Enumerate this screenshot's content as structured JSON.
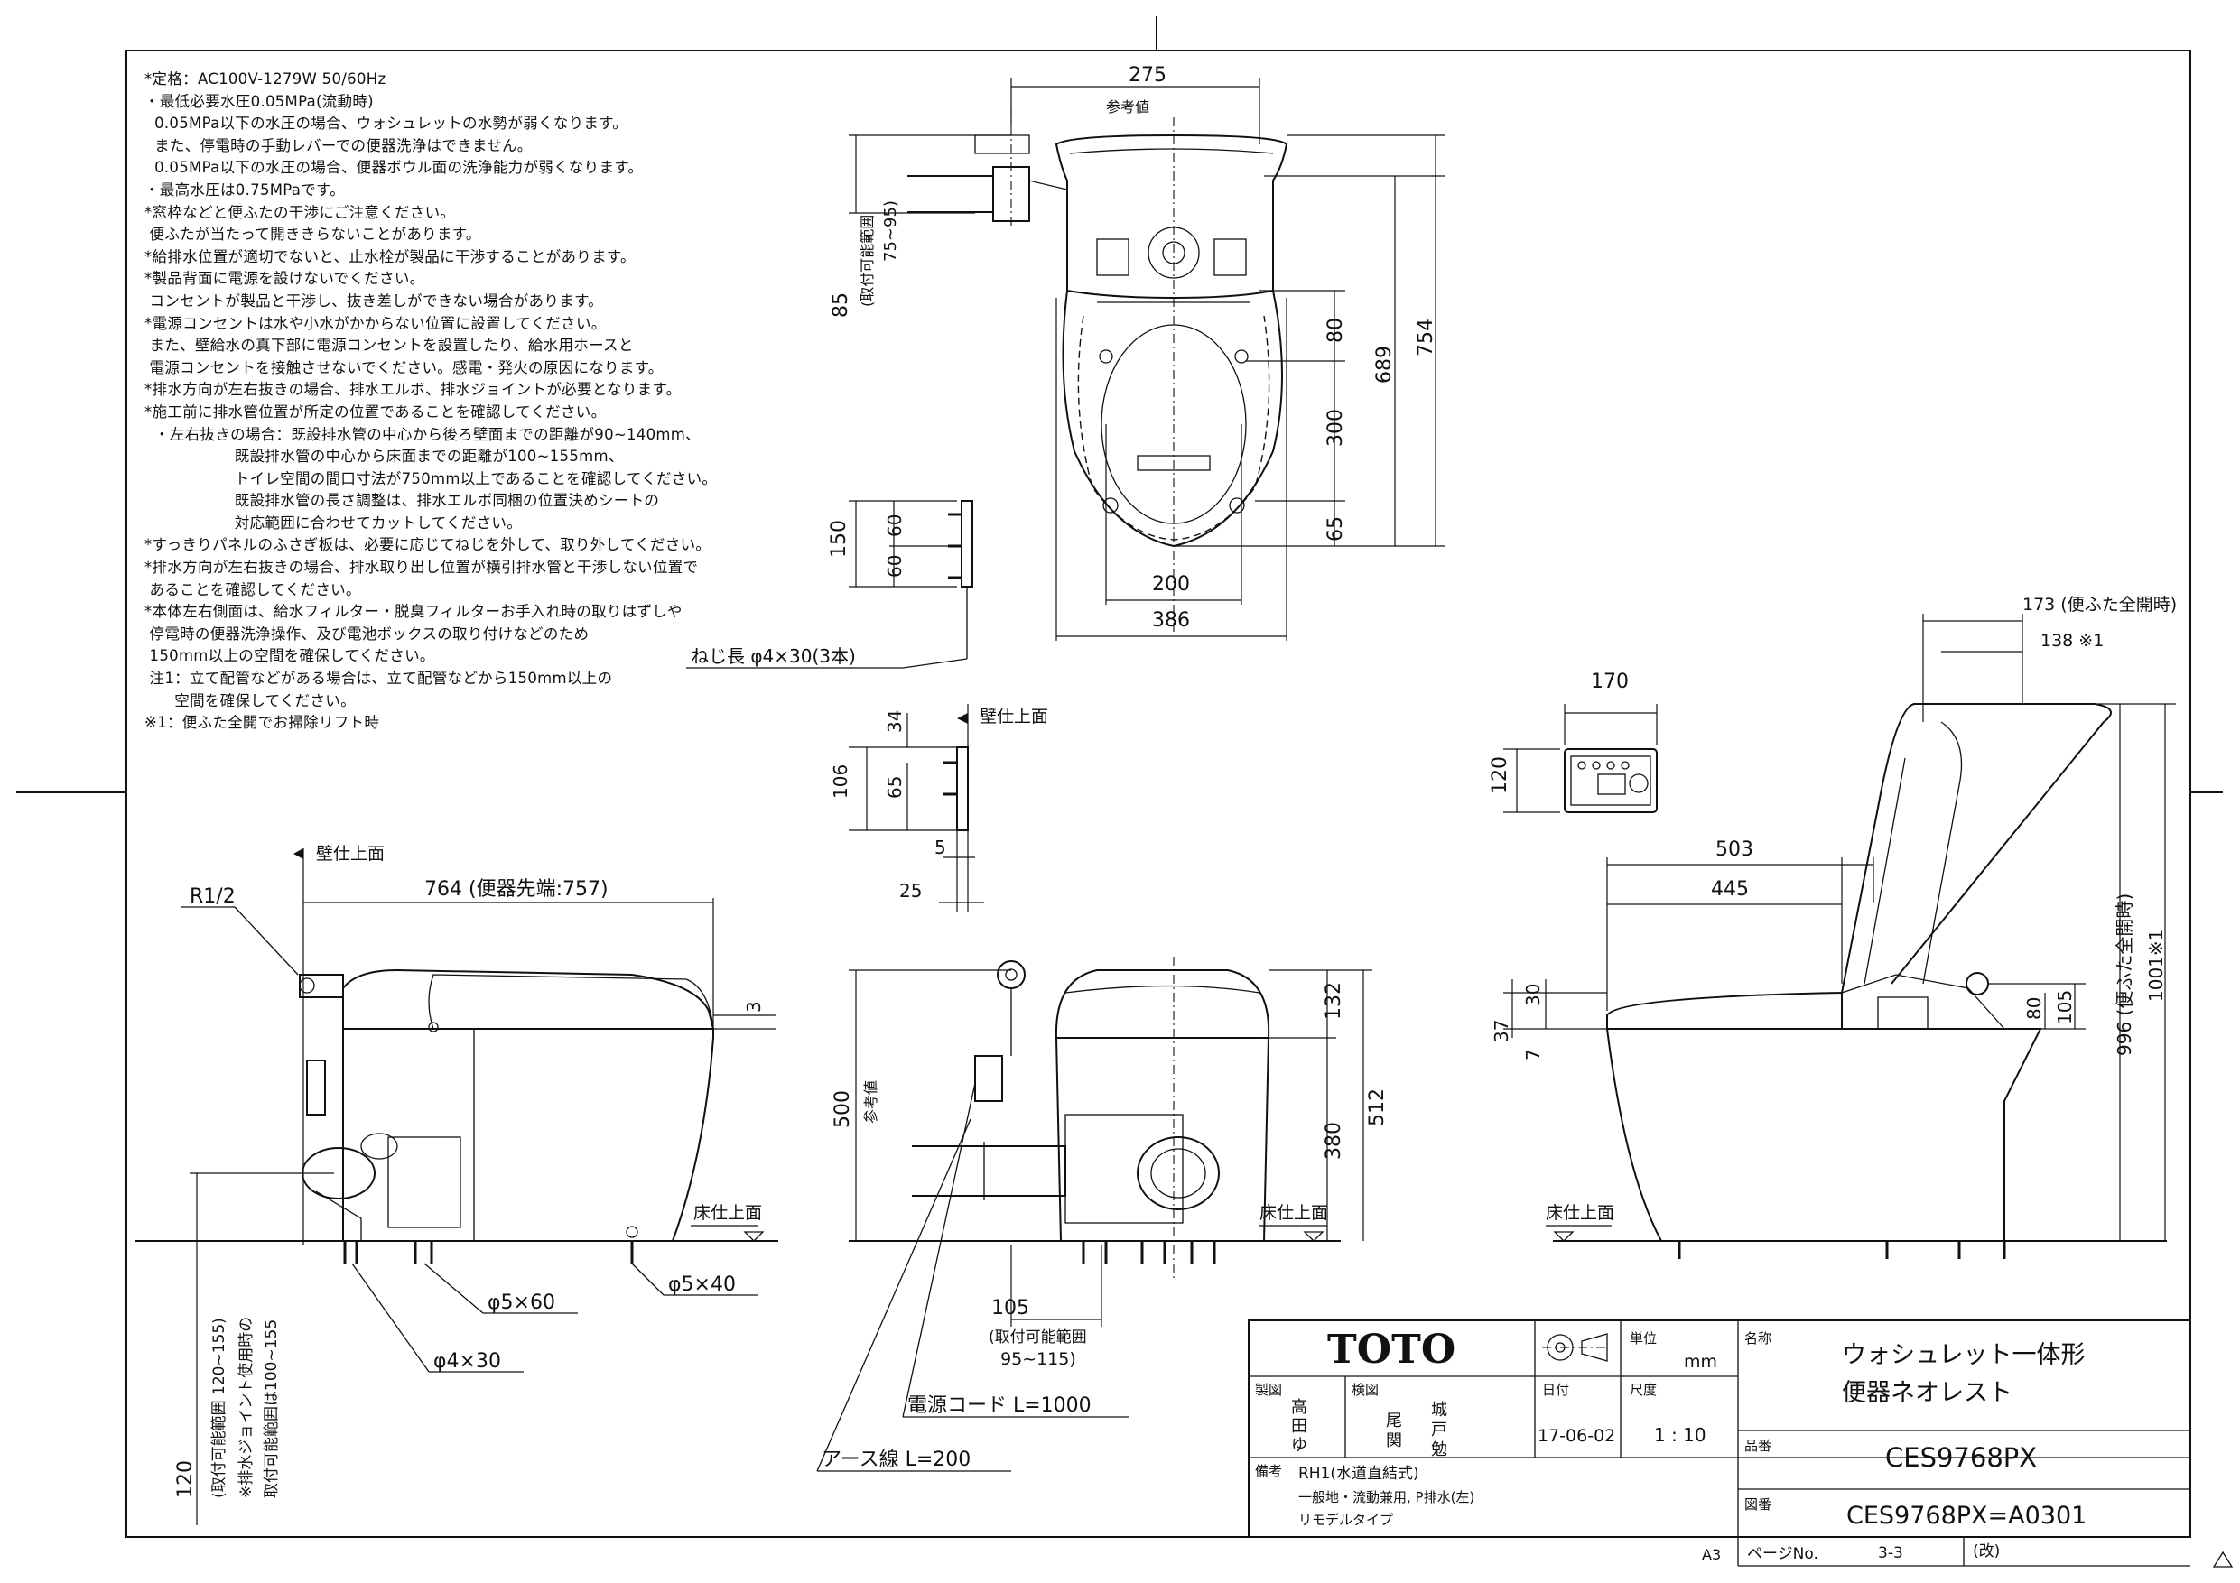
{
  "notes": [
    "*定格：AC100V-1279W 50/60Hz",
    "・最低必要水圧0.05MPa(流動時)",
    "  0.05MPa以下の水圧の場合、ウォシュレットの水勢が弱くなります。",
    "  また、停電時の手動レバーでの便器洗浄はできません。",
    "  0.05MPa以下の水圧の場合、便器ボウル面の洗浄能力が弱くなります。",
    "・最高水圧は0.75MPaです。",
    "*窓枠などと便ふたの干渉にご注意ください。",
    " 便ふたが当たって開ききらないことがあります。",
    "*給排水位置が適切でないと、止水栓が製品に干渉することがあります。",
    "*製品背面に電源を設けないでください。",
    " コンセントが製品と干渉し、抜き差しができない場合があります。",
    "*電源コンセントは水や小水がかからない位置に設置してください。",
    " また、壁給水の真下部に電源コンセントを設置したり、給水用ホースと",
    " 電源コンセントを接触させないでください。感電・発火の原因になります。",
    "*排水方向が左右抜きの場合、排水エルボ、排水ジョイントが必要となります。",
    "*施工前に排水管位置が所定の位置であることを確認してください。",
    "  ・左右抜きの場合：既設排水管の中心から後ろ壁面までの距離が90~140mm、",
    "                  既設排水管の中心から床面までの距離が100~155mm、",
    "                  トイレ空間の間口寸法が750mm以上であることを確認してください。",
    "                  既設排水管の長さ調整は、排水エルボ同梱の位置決めシートの",
    "                  対応範囲に合わせてカットしてください。",
    "*すっきりパネルのふさぎ板は、必要に応じてねじを外して、取り外してください。",
    "*排水方向が左右抜きの場合、排水取り出し位置が横引排水管と干渉しない位置で",
    " あることを確認してください。",
    "*本体左右側面は、給水フィルター・脱臭フィルターお手入れ時の取りはずしや",
    " 停電時の便器洗浄操作、及び電池ボックスの取り付けなどのため",
    " 150mm以上の空間を確保してください。",
    " 注1：立て配管などがある場合は、立て配管などから150mm以上の",
    "      空間を確保してください。",
    "※1：便ふた全開でお掃除リフト時"
  ],
  "top_view": {
    "dim_275": "275",
    "ref_value": "参考値",
    "dim_85": "85",
    "install_range": "(取付可能範囲",
    "install_range_vals": "75~95)",
    "dim_80": "80",
    "dim_300": "300",
    "dim_65": "65",
    "dim_689": "689",
    "dim_754": "754",
    "dim_200": "200",
    "dim_386": "386"
  },
  "bracket": {
    "dim_150": "150",
    "dim_60a": "60",
    "dim_60b": "60",
    "screw_label": "ねじ長  φ4×30(3本)"
  },
  "wall_bracket": {
    "wall_surface": "壁仕上面",
    "dim_34": "34",
    "dim_106": "106",
    "dim_65": "65",
    "dim_5": "5",
    "dim_25": "25"
  },
  "remote": {
    "dim_170": "170",
    "dim_120": "120"
  },
  "side_view": {
    "wall_surface": "壁仕上面",
    "r_half": "R1/2",
    "dim_764": "764 (便器先端:757)",
    "dim_3": "3",
    "floor_surface": "床仕上面",
    "screw_5x60": "φ5×60",
    "screw_5x40": "φ5×40",
    "screw_4x30": "φ4×30",
    "range_text_1": "(取付可能範囲  120~155)",
    "range_text_2": "※排水ジョイント使用時の",
    "range_text_3": "取付可能範囲は100~155",
    "dim_120": "120"
  },
  "front_view": {
    "dim_500": "500",
    "ref_value": "参考値",
    "dim_132": "132",
    "dim_512": "512",
    "dim_380": "380",
    "floor_surface": "床仕上面",
    "dim_105": "105",
    "install_range": "(取付可能範囲",
    "install_range_vals": "95~115)",
    "power_cord": "電源コード  L=1000",
    "earth_wire": "アース線  L=200"
  },
  "right_view": {
    "dim_173": "173 (便ふた全開時)",
    "dim_138": "138 ※1",
    "dim_503": "503",
    "dim_445": "445",
    "dim_30": "30",
    "dim_37": "37",
    "dim_7": "7",
    "dim_80": "80",
    "dim_105": "105",
    "dim_996": "996 (便ふた全開時)",
    "dim_1001": "1001※1",
    "floor_surface": "床仕上面"
  },
  "title_block": {
    "brand": "TOTO",
    "unit_label": "単位",
    "unit_value": "mm",
    "name_label": "名称",
    "name_line1": "ウォシュレット一体形",
    "name_line2": "便器ネオレスト",
    "draft_label": "製図",
    "draft_1": "高",
    "draft_2": "田",
    "draft_3": "ゆ",
    "check_label": "検図",
    "check_1": "城",
    "check_2": "尾",
    "check_3": "戸",
    "check_4": "関",
    "check_5": "勉",
    "date_label": "日付",
    "date_value": "17-06-02",
    "scale_label": "尺度",
    "scale_value": "1 : 10",
    "part_label": "品番",
    "part_value": "CES9768PX",
    "remarks_label": "備考",
    "remarks_1": "RH1(水道直結式)",
    "remarks_2": "一般地・流動兼用, P排水(左)",
    "remarks_3": "リモデルタイプ",
    "drawing_label": "図番",
    "drawing_value": "CES9768PX=A0301",
    "sheet_size": "A3",
    "page_label": "ページNo.",
    "page_value": "3-3",
    "rev_label": "(改)"
  }
}
